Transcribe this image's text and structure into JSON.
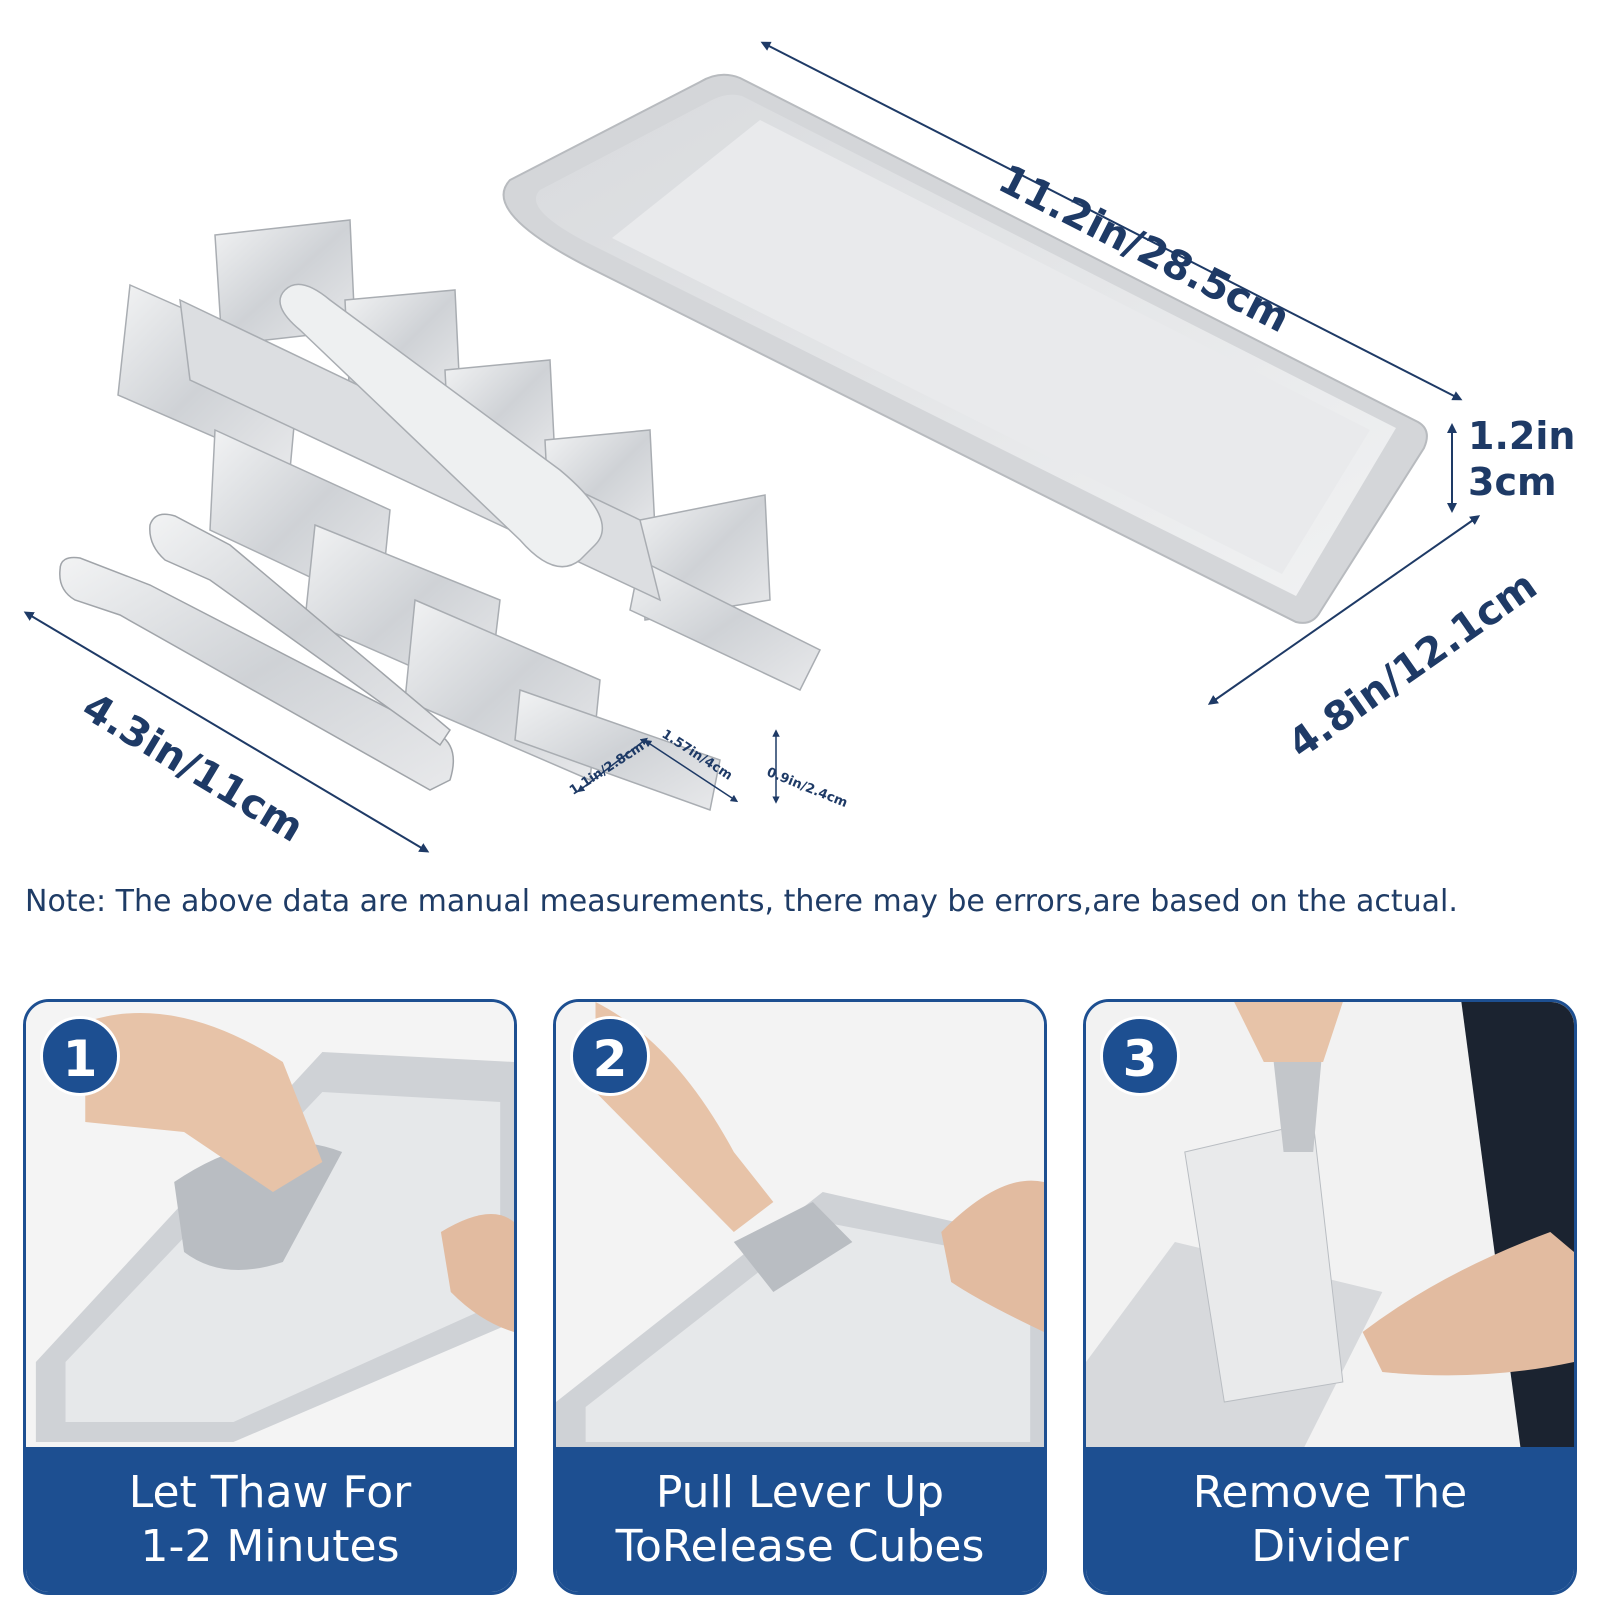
{
  "dimensions": {
    "tray_length": "11.2in/28.5cm",
    "tray_height_in": "1.2in",
    "tray_height_cm": "3cm",
    "tray_width": "4.8in/12.1cm",
    "divider_length": "4.3in/11cm",
    "cube_width": "1.1in/2.8cm",
    "cube_length": "1.57in/4cm",
    "cube_height": "0.9in/2.4cm"
  },
  "note": "Note: The above data are manual measurements, there may be errors,are based on the actual.",
  "steps": [
    {
      "number": "1",
      "line1": "Let Thaw For",
      "line2": "1-2 Minutes"
    },
    {
      "number": "2",
      "line1": "Pull Lever Up",
      "line2": "ToRelease Cubes"
    },
    {
      "number": "3",
      "line1": "Remove The",
      "line2": "Divider"
    }
  ],
  "colors": {
    "brand_blue": "#1d4f91",
    "dim_text": "#1e3a66",
    "steel": "#c9ccd0"
  }
}
